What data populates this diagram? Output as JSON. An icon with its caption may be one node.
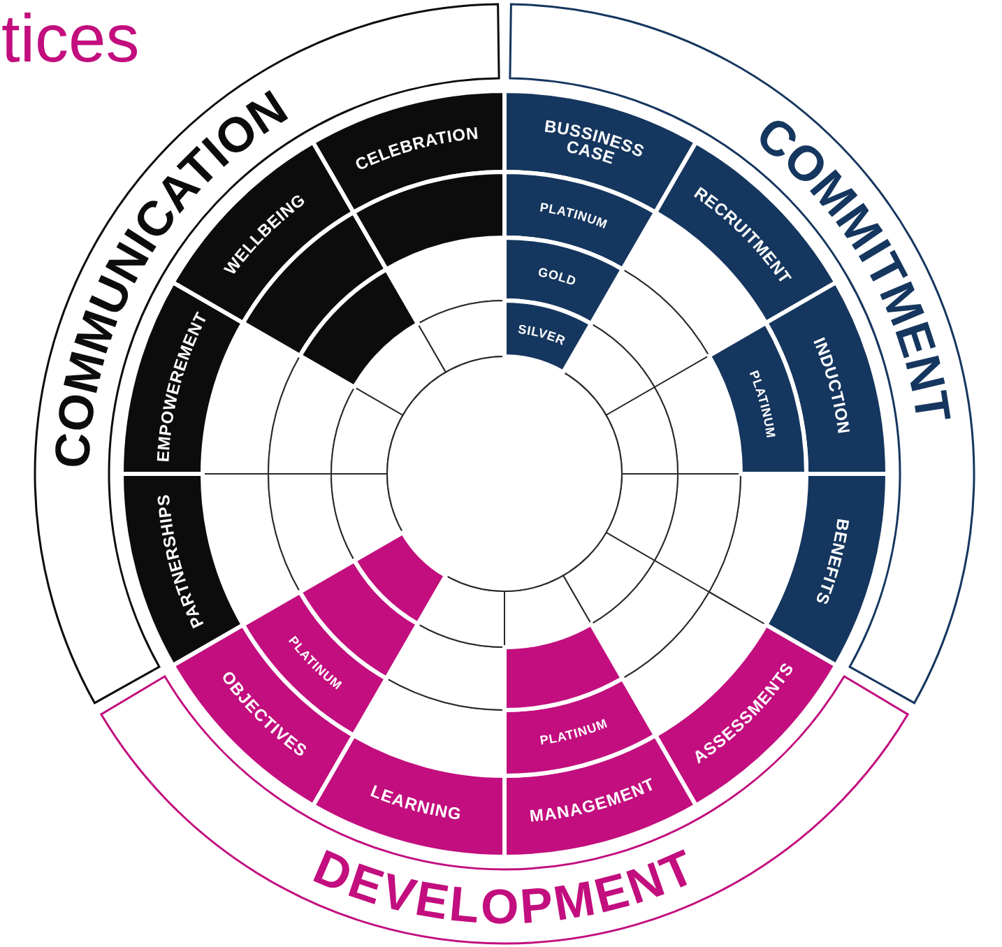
{
  "diagram": {
    "title": "tices",
    "nodes": [
      {
        "text": [
          "COMMUNICATION"
        ]
      },
      {
        "text": [
          "COMMITMENT"
        ]
      },
      {
        "text": [
          "DEVELOPMENT"
        ]
      },
      {
        "text": [
          "BUSSINESS CASE"
        ]
      },
      {
        "text": [
          "PLATINUM"
        ]
      },
      {
        "text": [
          "GOLD"
        ]
      },
      {
        "text": [
          "SILVER"
        ]
      },
      {
        "text": [
          "RECRUITMENT"
        ]
      },
      {
        "text": [],
        "shape": "segment"
      },
      {
        "text": [],
        "shape": "segment"
      },
      {
        "text": [],
        "shape": "segment"
      },
      {
        "text": [
          "INDUCTION"
        ]
      },
      {
        "text": [
          "PLATINUM"
        ]
      },
      {
        "text": [],
        "shape": "segment"
      },
      {
        "text": [],
        "shape": "segment"
      },
      {
        "text": [
          "BENEFITS"
        ]
      },
      {
        "text": [],
        "shape": "segment"
      },
      {
        "text": [],
        "shape": "segment"
      },
      {
        "text": [],
        "shape": "segment"
      },
      {
        "text": [
          "ASSESSMENTS"
        ]
      },
      {
        "text": [],
        "shape": "segment"
      },
      {
        "text": [],
        "shape": "segment"
      },
      {
        "text": [],
        "shape": "segment"
      },
      {
        "text": [
          "MANAGEMENT"
        ]
      },
      {
        "text": [
          "PLATINUM"
        ]
      },
      {
        "text": [],
        "shape": "segment"
      },
      {
        "text": [],
        "shape": "segment"
      },
      {
        "text": [
          "LEARNING"
        ]
      },
      {
        "text": [],
        "shape": "segment"
      },
      {
        "text": [],
        "shape": "segment"
      },
      {
        "text": [],
        "shape": "segment"
      },
      {
        "text": [
          "OBJECTIVES"
        ]
      },
      {
        "text": [
          "PLATINUM"
        ]
      },
      {
        "text": [],
        "shape": "segment"
      },
      {
        "text": [],
        "shape": "segment"
      },
      {
        "text": [
          "PARTNERSHIPS"
        ]
      },
      {
        "text": [],
        "shape": "segment"
      },
      {
        "text": [],
        "shape": "segment"
      },
      {
        "text": [],
        "shape": "segment"
      },
      {
        "text": [
          "EMPOWEREMENT"
        ]
      },
      {
        "text": [],
        "shape": "segment"
      },
      {
        "text": [],
        "shape": "segment"
      },
      {
        "text": [],
        "shape": "segment"
      },
      {
        "text": [
          "WELLBEING"
        ]
      },
      {
        "text": [],
        "shape": "segment"
      },
      {
        "text": [],
        "shape": "segment"
      },
      {
        "text": [],
        "shape": "segment"
      },
      {
        "text": [
          "CELEBRATION"
        ]
      },
      {
        "text": [],
        "shape": "segment"
      },
      {
        "text": [],
        "shape": "segment"
      },
      {
        "text": [],
        "shape": "segment"
      },
      {
        "text": [],
        "shape": "circle"
      }
    ]
  }
}
